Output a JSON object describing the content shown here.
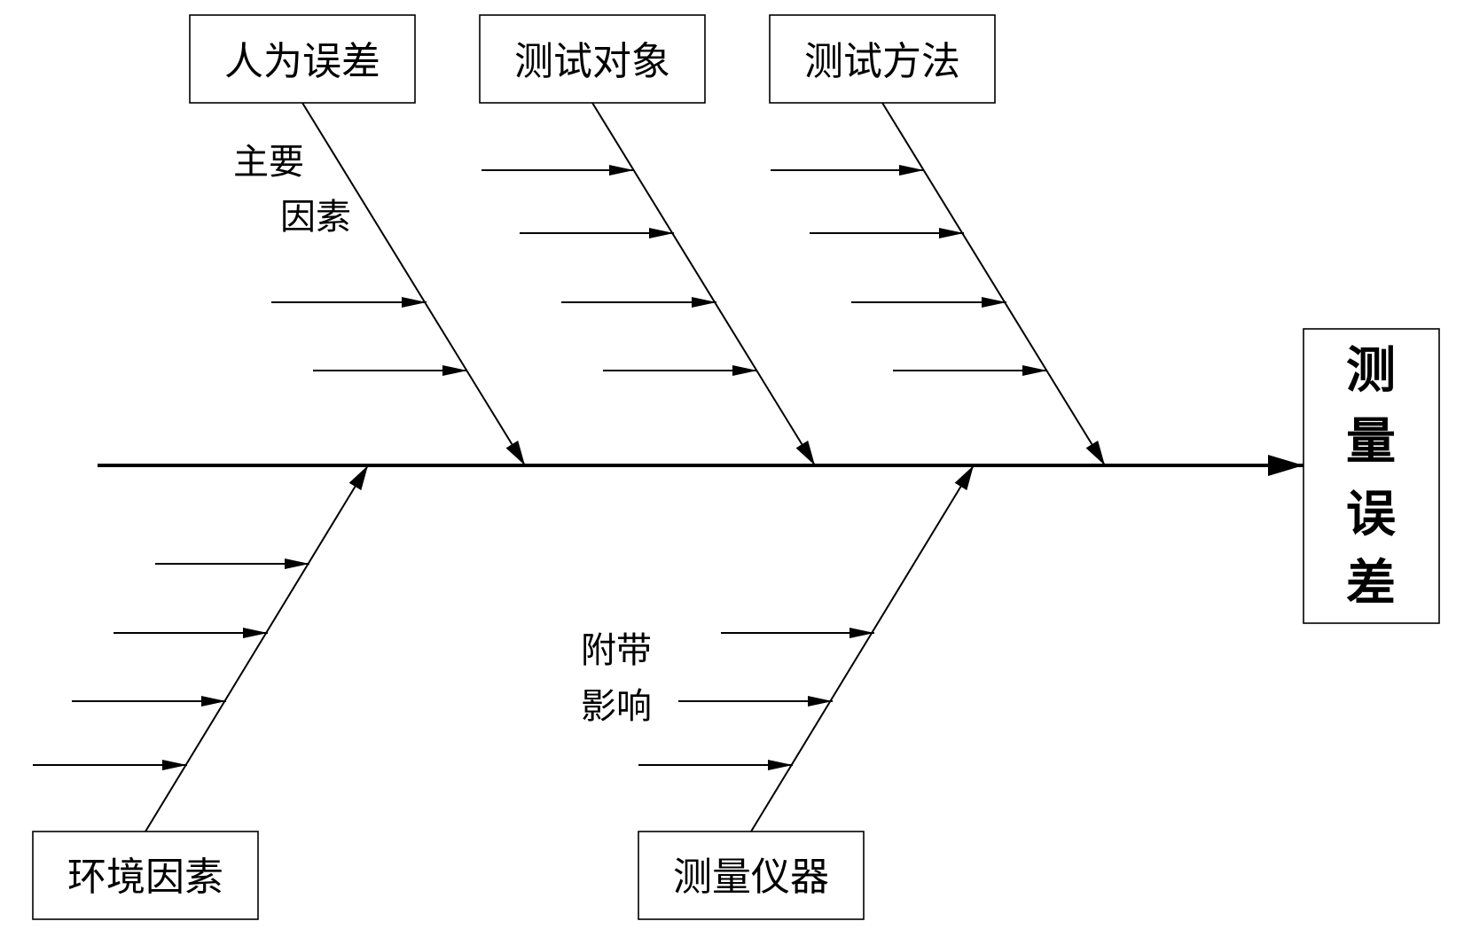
{
  "effect": {
    "chars": [
      "测",
      "量",
      "误",
      "差"
    ]
  },
  "causes": {
    "top": [
      {
        "label": "人为误差"
      },
      {
        "label": "测试对象"
      },
      {
        "label": "测试方法"
      }
    ],
    "bottom": [
      {
        "label": "环境因素"
      },
      {
        "label": "测量仪器"
      }
    ]
  },
  "annotations": {
    "main_line1": "主要",
    "main_line2": "因素",
    "side_line1": "附带",
    "side_line2": "影响"
  }
}
